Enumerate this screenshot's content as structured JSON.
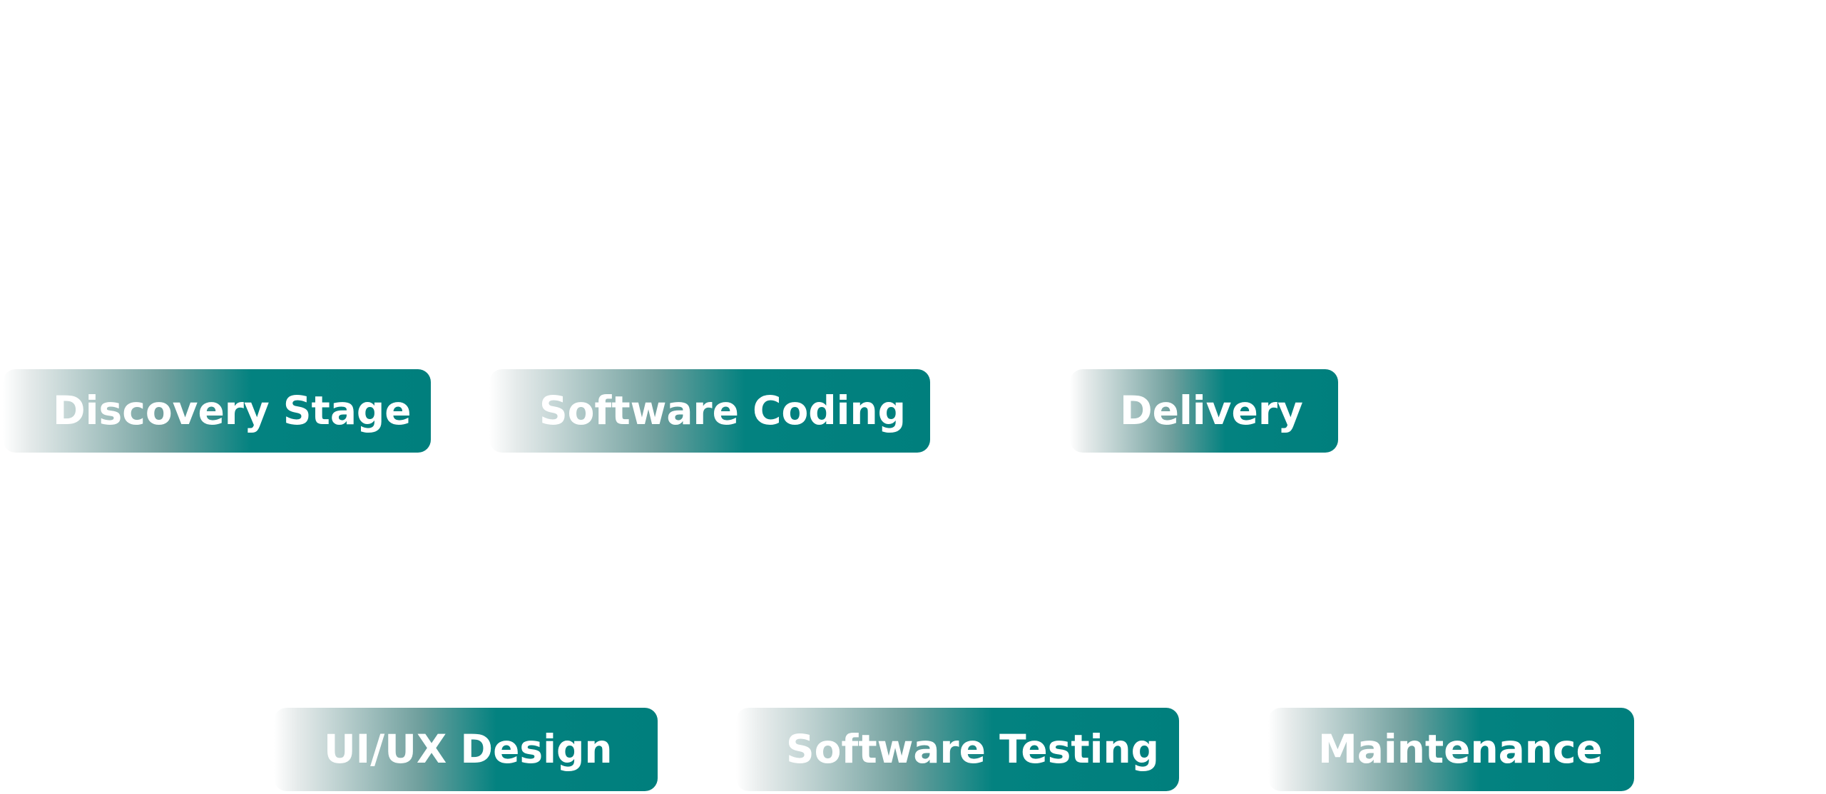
{
  "stages": {
    "discovery": "Discovery Stage",
    "coding": "Software Coding",
    "delivery": "Delivery",
    "uiux": "UI/UX Design",
    "testing": "Software Testing",
    "maintenance": "Maintenance"
  },
  "colors": {
    "stage_fill": "#007f7d",
    "stage_text": "#ffffff",
    "background": "#ffffff"
  }
}
